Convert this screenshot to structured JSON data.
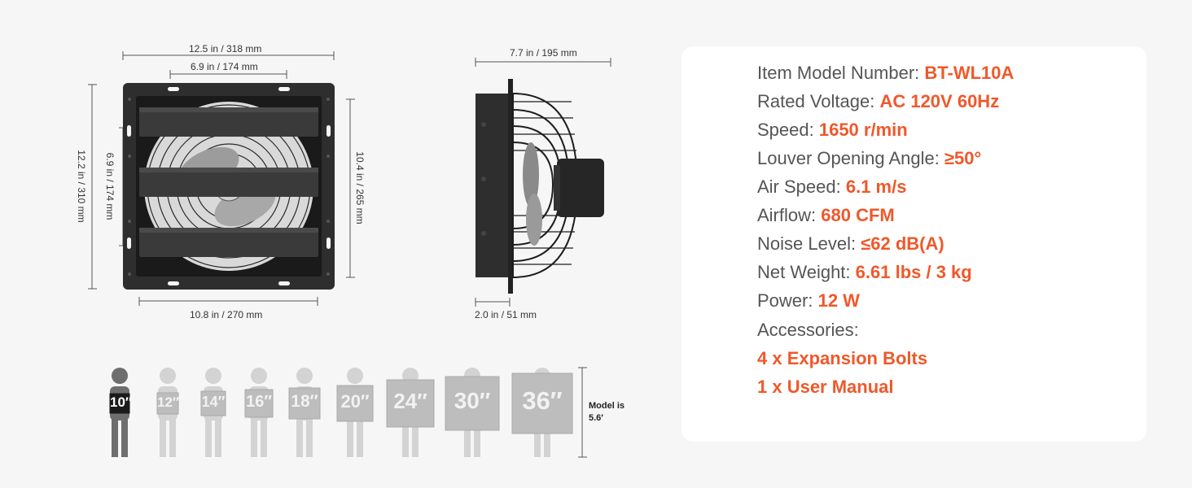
{
  "dimensions": {
    "overall_width": "12.5 in / 318 mm",
    "bolt_spacing_top": "6.9 in / 174 mm",
    "overall_height": "12.2 in / 310 mm",
    "bolt_spacing_side": "6.9 in / 174 mm",
    "frame_height": "10.4 in / 265 mm",
    "frame_width": "10.8 in / 270 mm",
    "depth": "7.7 in / 195 mm",
    "flange_depth": "2.0 in / 51 mm"
  },
  "specs": [
    {
      "label": "Item Model Number: ",
      "value": "BT-WL10A"
    },
    {
      "label": "Rated Voltage: ",
      "value": "AC 120V 60Hz"
    },
    {
      "label": "Speed: ",
      "value": "1650 r/min"
    },
    {
      "label": "Louver Opening Angle: ",
      "value": "≥50°"
    },
    {
      "label": "Air Speed: ",
      "value": "6.1 m/s"
    },
    {
      "label": "Airflow: ",
      "value": "680 CFM"
    },
    {
      "label": "Noise Level: ",
      "value": "≤62 dB(A)"
    },
    {
      "label": "Net Weight: ",
      "value": "6.61 lbs / 3 kg"
    },
    {
      "label": "Power: ",
      "value": "12 W"
    }
  ],
  "accessories_label": "Accessories:",
  "accessories": [
    "4 x Expansion Bolts",
    "1 x User Manual"
  ],
  "size_chart": {
    "sizes": [
      "10″",
      "12″",
      "14″",
      "16″",
      "18″",
      "20″",
      "24″",
      "30″",
      "36″"
    ],
    "selected_index": 0,
    "model_note_line1": "Model is",
    "model_note_line2": "5.6′"
  },
  "colors": {
    "accent": "#f0582a",
    "fan_body": "#2e2e2e",
    "figure_selected": "#6e6e6e",
    "figure_other": "#d3d3d3"
  }
}
